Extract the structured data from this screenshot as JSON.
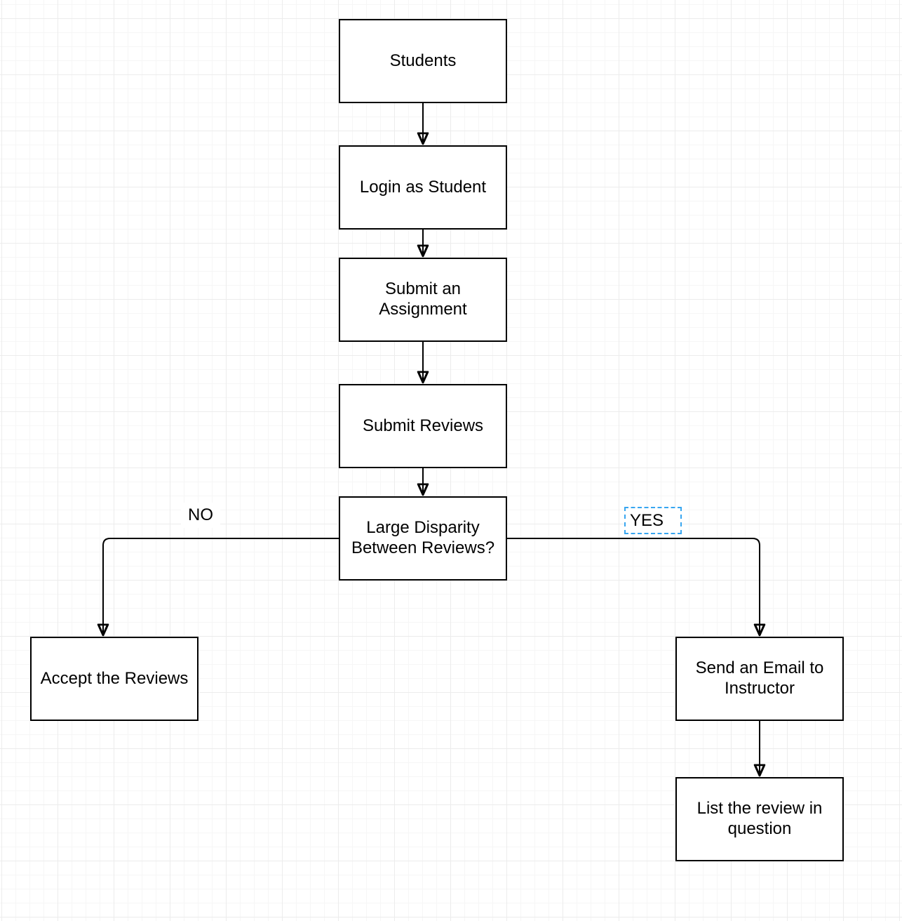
{
  "diagram": {
    "type": "flowchart",
    "nodes": [
      {
        "id": "students",
        "label": "Students"
      },
      {
        "id": "login",
        "label": "Login as Student"
      },
      {
        "id": "submit-assignment",
        "label": "Submit an Assignment"
      },
      {
        "id": "submit-reviews",
        "label": "Submit Reviews"
      },
      {
        "id": "disparity",
        "label": "Large Disparity Between Reviews?"
      },
      {
        "id": "accept",
        "label": "Accept the Reviews"
      },
      {
        "id": "email",
        "label": "Send an Email to Instructor"
      },
      {
        "id": "list-review",
        "label": "List the review in question"
      }
    ],
    "edges": [
      {
        "from": "students",
        "to": "login"
      },
      {
        "from": "login",
        "to": "submit-assignment"
      },
      {
        "from": "submit-assignment",
        "to": "submit-reviews"
      },
      {
        "from": "submit-reviews",
        "to": "disparity"
      },
      {
        "from": "disparity",
        "to": "accept",
        "label": "NO"
      },
      {
        "from": "disparity",
        "to": "email",
        "label": "YES",
        "selected": true
      },
      {
        "from": "email",
        "to": "list-review"
      }
    ],
    "edge_labels": {
      "no": "NO",
      "yes": "YES"
    },
    "colors": {
      "node_fill": "#ffffff",
      "node_border": "#000000",
      "edge_stroke": "#000000",
      "selection_highlight": "#38a6f0",
      "grid_minor": "#f6f6f6",
      "grid_major": "#ececec",
      "canvas_background": "#ffffff"
    }
  }
}
